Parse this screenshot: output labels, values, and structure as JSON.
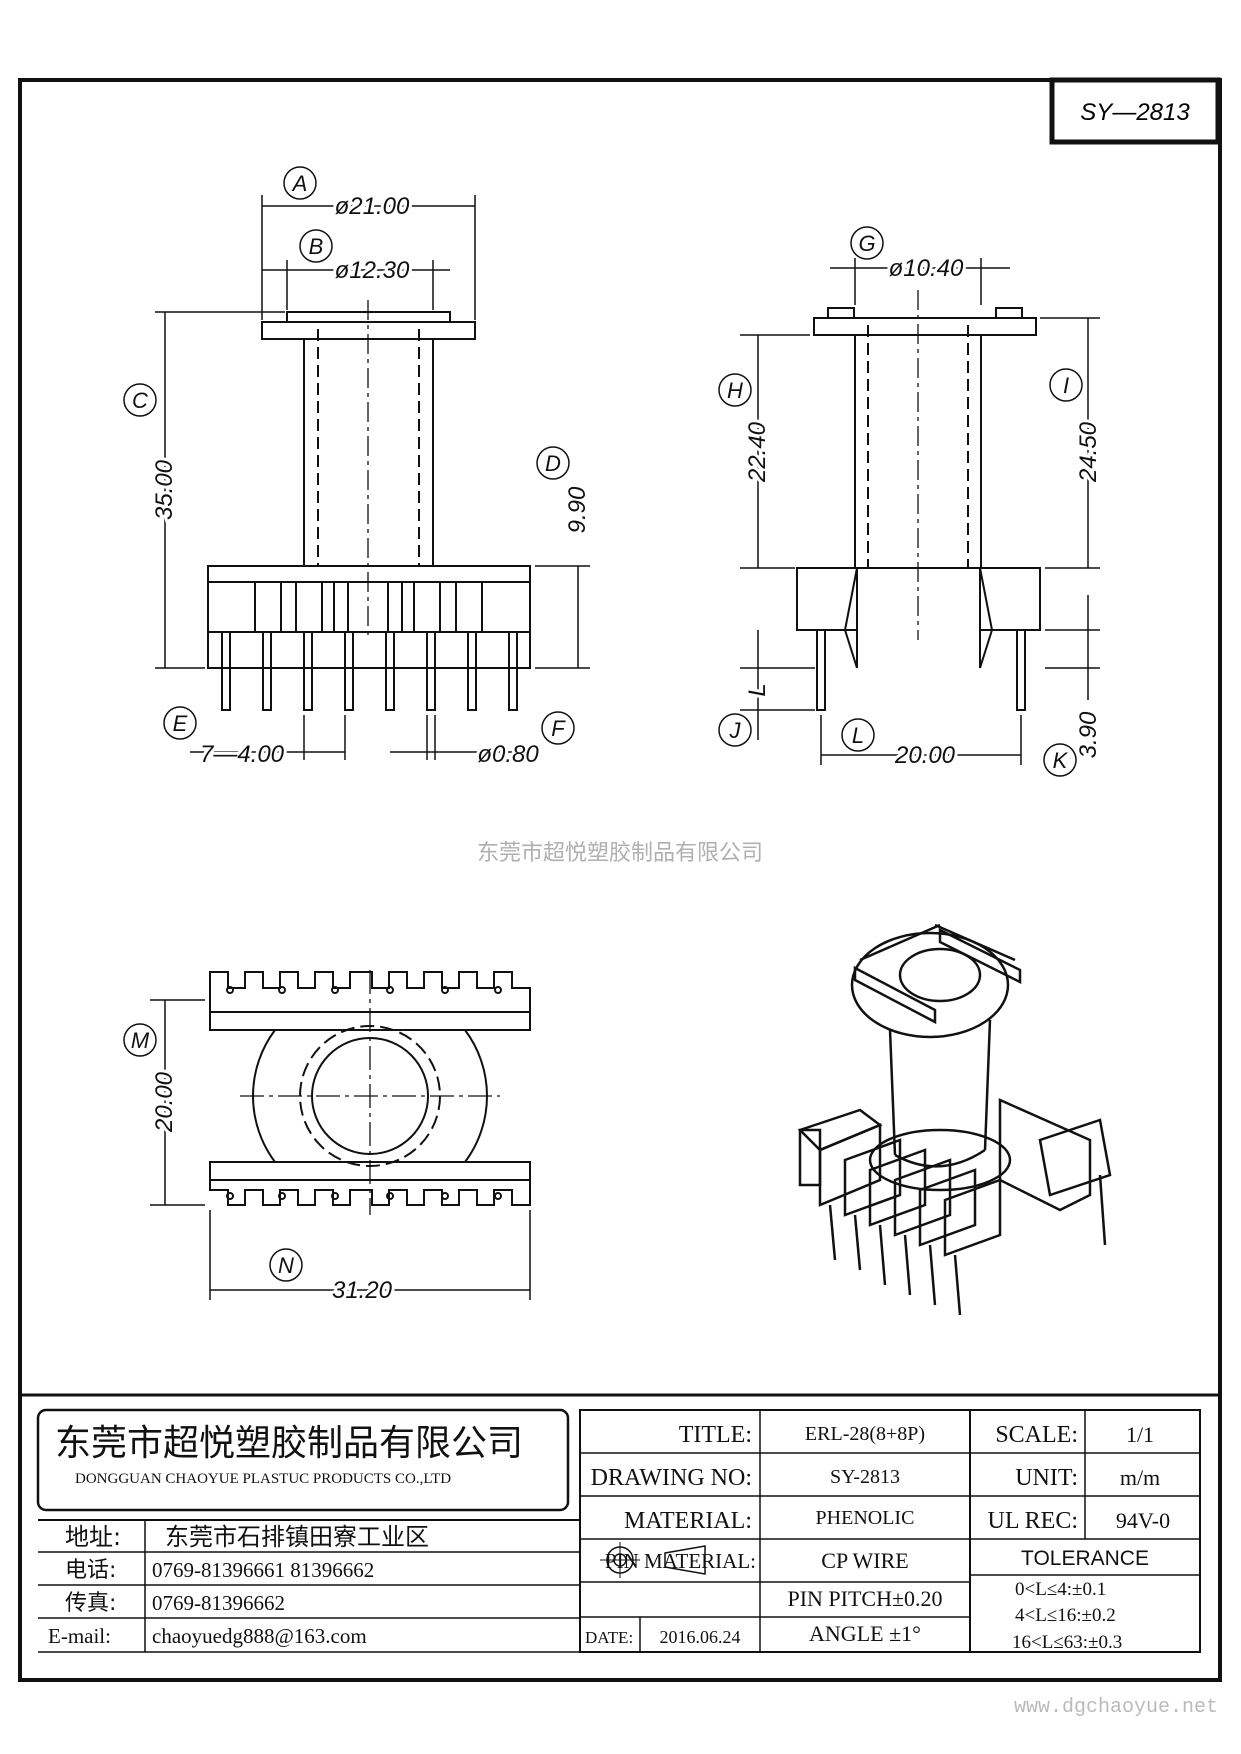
{
  "drawing_no_box": "SY—2813",
  "watermark": "东莞市超悦塑胶制品有限公司",
  "site_url": "www.dgchaoyue.net",
  "front_view": {
    "A": "A",
    "A_dim": "ø21.00",
    "B": "B",
    "B_dim": "ø12.30",
    "C": "C",
    "C_dim": "35.00",
    "D": "D",
    "D_dim": "9.90",
    "E": "E",
    "E_dim": "7—4.00",
    "F": "F",
    "F_dim": "ø0.80"
  },
  "side_view": {
    "G": "G",
    "G_dim": "ø10.40",
    "H": "H",
    "H_dim": "22.40",
    "I": "I",
    "I_dim": "24.50",
    "J": "J",
    "L_mark": "L",
    "L": "L",
    "L_dim": "20.00",
    "K": "K",
    "K_dim": "3.90"
  },
  "top_view": {
    "M": "M",
    "M_dim": "20.00",
    "N": "N",
    "N_dim": "31.20"
  },
  "title_block": {
    "company_cn": "东莞市超悦塑胶制品有限公司",
    "company_en": "DONGGUAN CHAOYUE PLASTUC PRODUCTS CO.,LTD",
    "address_label": "地址:",
    "address": "东莞市石排镇田寮工业区",
    "tel_label": "电话:",
    "tel": "0769-81396661   81396662",
    "fax_label": "传真:",
    "fax": "0769-81396662",
    "email_label": "E-mail:",
    "email": "chaoyuedg888@163.com",
    "title_label": "TITLE:",
    "title": "ERL-28(8+8P)",
    "drawing_no_label": "DRAWING NO:",
    "drawing_no": "SY-2813",
    "material_label": "MATERIAL:",
    "material": "PHENOLIC",
    "pin_material_label": "PIN MATERIAL:",
    "pin_material": "CP WIRE",
    "pin_pitch": "PIN PITCH±0.20",
    "date_label": "DATE:",
    "date": "2016.06.24",
    "angle": "ANGLE  ±1°",
    "scale_label": "SCALE:",
    "scale": "1/1",
    "unit_label": "UNIT:",
    "unit": "m/m",
    "ul_label": "UL REC:",
    "ul": "94V-0",
    "tolerance_label": "TOLERANCE",
    "tol1": "0<L≤4:±0.1",
    "tol2": "4<L≤16:±0.2",
    "tol3": "16<L≤63:±0.3"
  }
}
